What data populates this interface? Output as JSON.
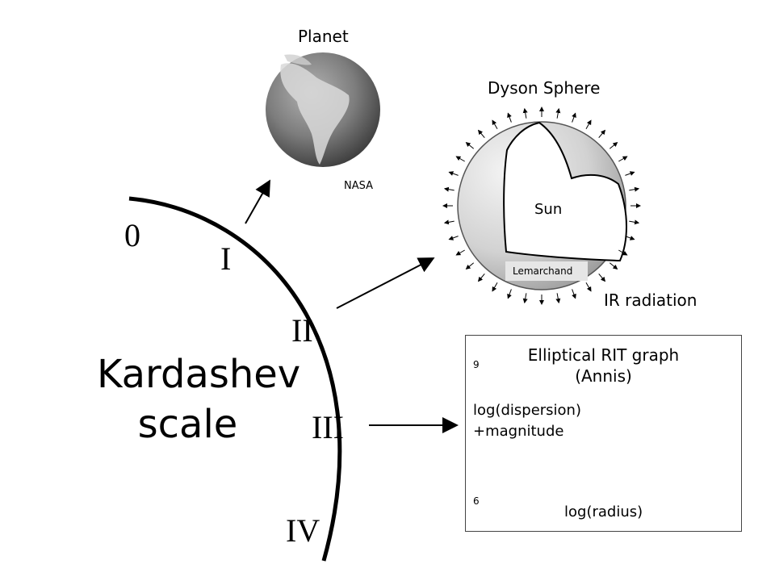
{
  "colors": {
    "ink": "#000000",
    "planet": "#7d7d7d",
    "sphere": "#d8d8d8",
    "box_border": "#444444"
  },
  "scale": {
    "title_line1": "Kardashev",
    "title_line2": "scale",
    "levels": [
      "0",
      "I",
      "II",
      "III",
      "IV"
    ]
  },
  "planet": {
    "label": "Planet",
    "credit": "NASA"
  },
  "dyson": {
    "label": "Dyson Sphere",
    "inner_label": "Sun",
    "credit": "Lemarchand",
    "radiation_label": "IR radiation"
  },
  "graph": {
    "title_line1": "Elliptical RIT graph",
    "title_line2": "(Annis)",
    "ylabel_line1": "log(dispersion)",
    "ylabel_line2": "+magnitude",
    "xlabel": "log(radius)",
    "y_tick_top": "9",
    "y_tick_bottom": "6"
  }
}
